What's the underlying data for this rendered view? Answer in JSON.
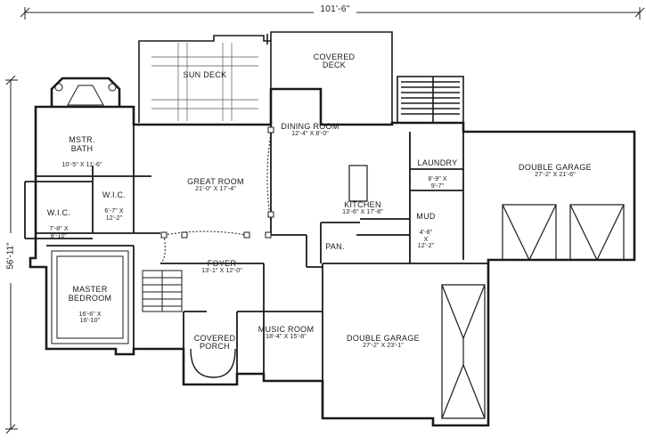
{
  "dimensions": {
    "overall_width": "101'-6\"",
    "overall_depth": "56'-11\""
  },
  "rooms": {
    "sun_deck": {
      "name": "SUN DECK"
    },
    "covered_deck": {
      "name": "COVERED\nDECK"
    },
    "mstr_bath": {
      "name": "MSTR.\nBATH",
      "size": "10'-5\" X 11'-6\""
    },
    "wic_left": {
      "name": "W.I.C.",
      "size": "7'-8\" X\n8'-10\""
    },
    "wic_right": {
      "name": "W.I.C.",
      "size": "6'-7\" X\n12'-2\""
    },
    "great_room": {
      "name": "GREAT ROOM",
      "size": "21'-0\" X 17'-4\""
    },
    "dining_room": {
      "name": "DINING ROOM",
      "size": "12'-4\" X 8'-0\""
    },
    "kitchen": {
      "name": "KITCHEN",
      "size": "13'-6\" X 17'-8\""
    },
    "laundry": {
      "name": "LAUNDRY",
      "size": "8'-9\" X\n9'-7\""
    },
    "mud": {
      "name": "MUD",
      "size": "4'-8\"\nX\n12'-2\""
    },
    "pan": {
      "name": "PAN."
    },
    "double_garage_right": {
      "name": "DOUBLE GARAGE",
      "size": "27'-2\" X 21'-6\""
    },
    "foyer": {
      "name": "FOYER",
      "size": "13'-1\" X 12'-0\""
    },
    "master_bedroom": {
      "name": "MASTER\nBEDROOM",
      "size": "16'-6\" X\n16'-10\""
    },
    "covered_porch": {
      "name": "COVERED\nPORCH"
    },
    "music_room": {
      "name": "MUSIC ROOM",
      "size": "18'-4\" X 15'-8\""
    },
    "double_garage_front": {
      "name": "DOUBLE GARAGE",
      "size": "27'-2\" X 23'-1\""
    }
  }
}
